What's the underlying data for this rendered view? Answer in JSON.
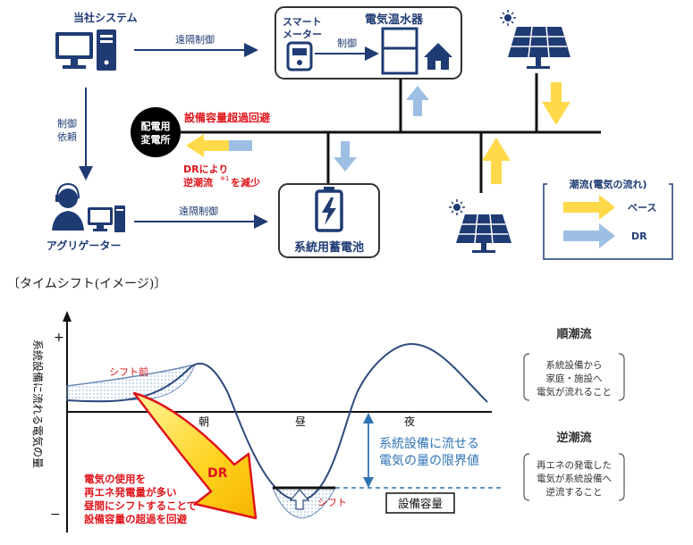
{
  "top": {
    "company_system": "当社システム",
    "remote_control_1": "遠隔制御",
    "remote_control_2": "遠隔制御",
    "control_request_line1": "制御",
    "control_request_line2": "依頼",
    "aggregator": "アグリゲーター",
    "smart_meter_line1": "スマート",
    "smart_meter_line2": "メーター",
    "control": "制御",
    "water_heater": "電気温水器",
    "battery": "系統用蓄電池",
    "substation_line1": "配電用",
    "substation_line2": "変電所",
    "capacity_exceed_avoid": "設備容量超過回避",
    "dr_reduce_line1": "DRにより",
    "dr_reduce_line2": "逆潮流",
    "dr_reduce_note": "※1",
    "dr_reduce_line2_suffix": "を減少",
    "legend_title": "潮流(電気の流れ)",
    "legend_base": "ベース",
    "legend_dr": "DR",
    "colors": {
      "navy": "#1f3b73",
      "base_arrow": "#ffd94a",
      "dr_arrow": "#9dbfe3",
      "red": "#e0141b"
    }
  },
  "caption": "〔タイムシフト(イメージ)〕",
  "graph": {
    "y_axis_label": "系統設備に流れる電気の量",
    "plus": "+",
    "minus": "−",
    "shift_before": "シフト前",
    "morning": "朝",
    "noon": "昼",
    "night": "夜",
    "dr": "DR",
    "limit_line1": "系統設備に流せる",
    "limit_line2": "電気の量の限界値",
    "shift": "シフト",
    "capacity": "設備容量",
    "note_line1": "電気の使用を",
    "note_line2": "再エネ発電量が多い",
    "note_line3": "昼間にシフトすることで",
    "note_line4": "設備容量の超過を回避",
    "forward_title": "順潮流",
    "forward_line1": "系統設備から",
    "forward_line2": "家庭・施設へ",
    "forward_line3": "電気が流れること",
    "reverse_title": "逆潮流",
    "reverse_line1": "再エネの発電した",
    "reverse_line2": "電気が系統設備へ",
    "reverse_line3": "逆流すること"
  }
}
